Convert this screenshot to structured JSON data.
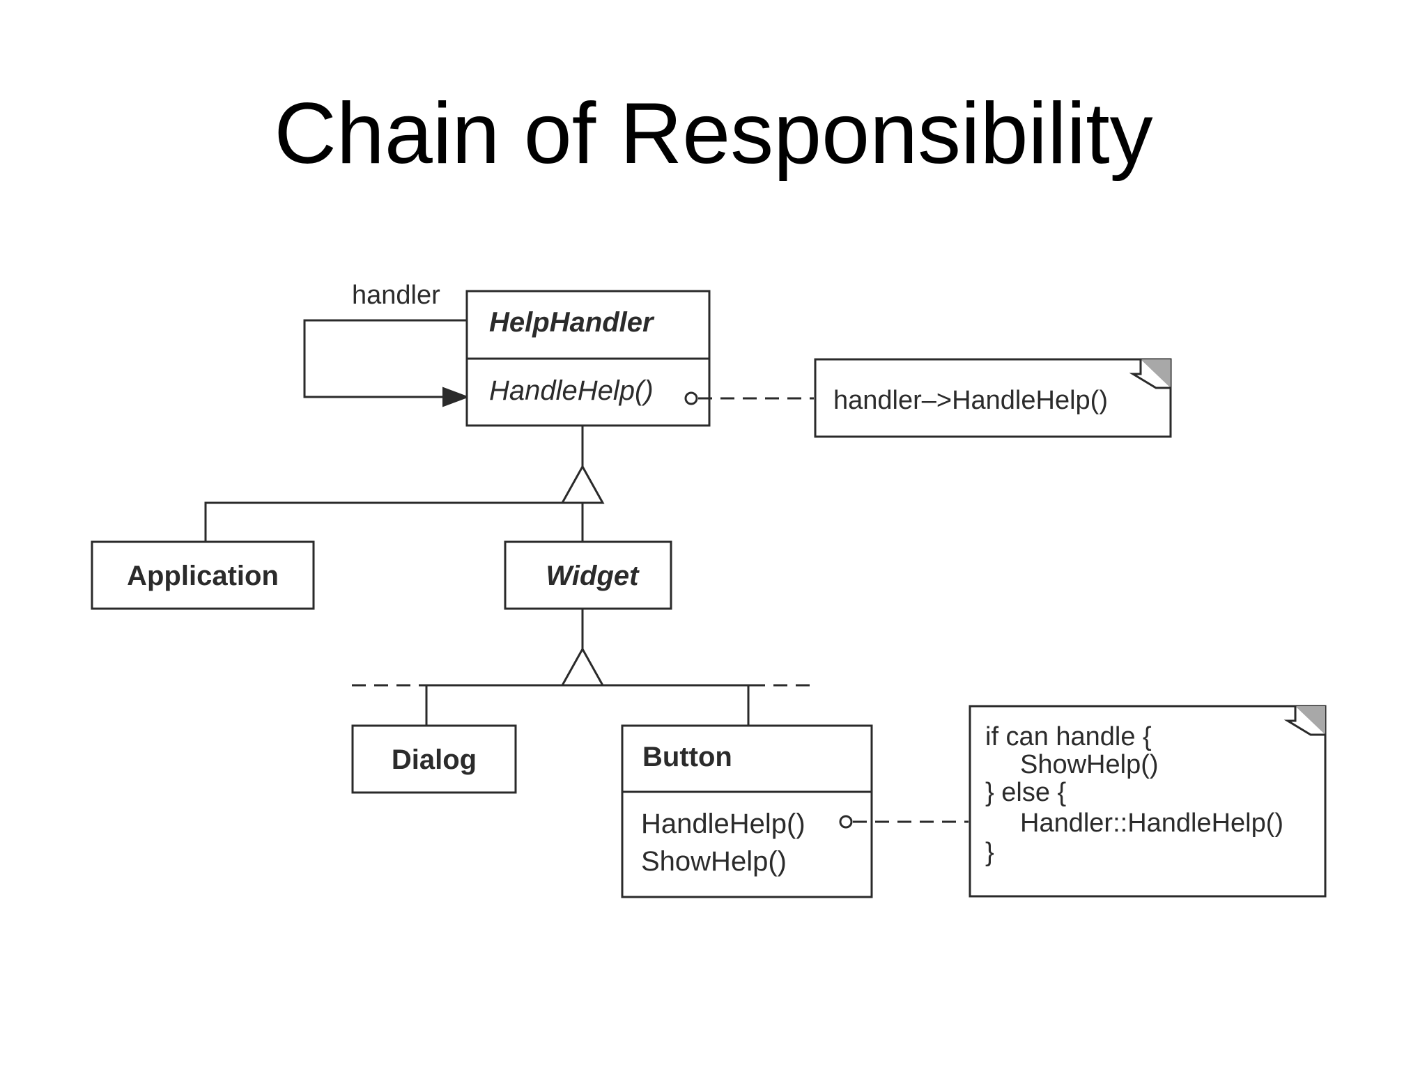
{
  "title": "Chain of Responsibility",
  "diagram": {
    "self_association_label": "handler",
    "classes": {
      "help_handler": {
        "name": "HelpHandler",
        "operation": "HandleHelp()"
      },
      "application": {
        "name": "Application"
      },
      "widget": {
        "name": "Widget"
      },
      "dialog": {
        "name": "Dialog"
      },
      "button": {
        "name": "Button",
        "operations": [
          "HandleHelp()",
          "ShowHelp()"
        ]
      }
    },
    "notes": {
      "help_handler_note": {
        "text": "handler–>HandleHelp()"
      },
      "button_note": {
        "lines": [
          "if can handle {",
          "ShowHelp()",
          "} else {",
          "Handler::HandleHelp()",
          "}"
        ]
      }
    }
  },
  "colors": {
    "line": "#2a2a2a",
    "text": "#2b2b2b",
    "note_corner": "#a8a8a8"
  }
}
